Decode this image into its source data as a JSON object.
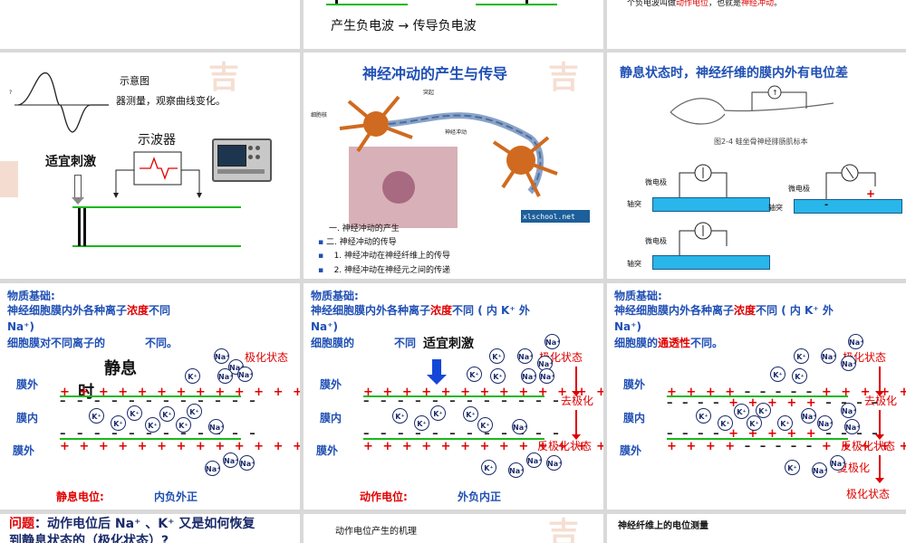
{
  "row0": {
    "s2_text": "产生负电波 → 传导负电波",
    "s3_text": "个负电波叫做动作电位，也就是神经冲动。",
    "s3_text_a": "个负电波叫做",
    "s3_text_b": "动作电位",
    "s3_text_c": "，也就是",
    "s3_text_d": "神经冲动",
    "s3_text_e": "。"
  },
  "slide4": {
    "title1": "示意图",
    "title2": "器测量，观察曲线变化。",
    "oscilloscope_label": "示波器",
    "stimulus_label": "适宜刺激"
  },
  "slide5": {
    "title": "神经冲动的产生与传导",
    "label_cell_body": "细胞核",
    "label_process": "突起",
    "label_impulse": "神经冲动",
    "watermark": "xlschool.net",
    "outline": [
      "一. 神经冲动的产生",
      "二. 神经冲动的传导",
      "1. 神经冲动在神经纤维上的传导",
      "2. 神经冲动在神经元之间的传递"
    ]
  },
  "slide6": {
    "title": "静息状态时，神经纤维的膜内外有电位差",
    "caption": "图2-4 蛙坐骨神经腓肠肌标本",
    "electrode": "微电极",
    "axon": "轴突"
  },
  "slide7": {
    "h1": "物质基础:",
    "h2a": "神经细胞膜内外各种离子",
    "h2b": "浓度",
    "h2c": "不同",
    "h3": "Na⁺)",
    "h4a": "细胞膜对不同离子的",
    "h4b": "不同。",
    "rest_big": "静息",
    "time_big": "时",
    "outside": "膜外",
    "inside": "膜内",
    "polar_state": "极化状态",
    "bottom_label": "静息电位:",
    "bottom_value": "内负外正"
  },
  "slide8": {
    "h1": "物质基础:",
    "h2a": "神经细胞膜内外各种离子",
    "h2b": "浓度",
    "h2c": "不同 ( 内 K⁺ 外",
    "h3": "Na⁺)",
    "h4a": "细胞膜的",
    "h4b": "不同",
    "stimulus": "适宜刺激",
    "outside": "膜外",
    "inside": "膜内",
    "polar": "极化状态",
    "depolar": "去极化",
    "repolar": "反极化状态",
    "bottom_label": "动作电位:",
    "bottom_value": "外负内正"
  },
  "slide9": {
    "h1": "物质基础:",
    "h2a": "神经细胞膜内外各种离子",
    "h2b": "浓度",
    "h2c": "不同 ( 内 K⁺ 外",
    "h3": "Na⁺)",
    "h4a": "细胞膜的",
    "h4b": "通透性",
    "h4c": "不同。",
    "outside": "膜外",
    "inside": "膜内",
    "polar": "极化状态",
    "depolar": "去极化",
    "repolar": "反极化状态",
    "recover": "复极化",
    "polar2": "极化状态"
  },
  "row3": {
    "q_label": "问题",
    "q_text": "：动作电位后 Na⁺ 、K⁺ 又是如何恢复",
    "q_text2": "到静息状态的（极化状态）?",
    "mid_title": "动作电位产生的机理",
    "right_title": "神经纤维上的电位测量"
  },
  "ions": {
    "na": "Na⁺",
    "k": "K⁺"
  },
  "colors": {
    "title_blue": "#1f4fb4",
    "accent_red": "#e00000",
    "membrane_green": "#18b818"
  }
}
